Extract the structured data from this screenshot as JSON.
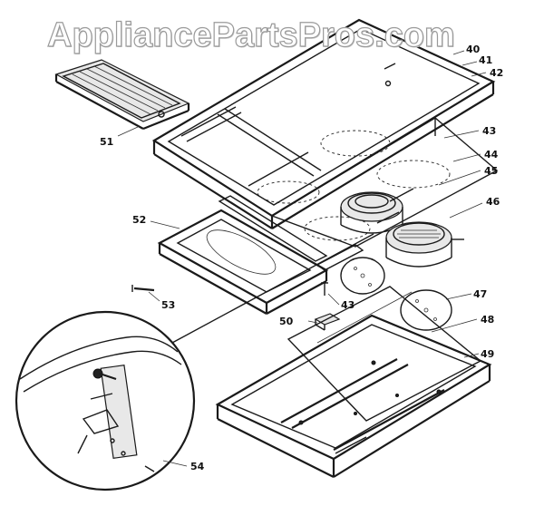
{
  "watermark": "AppliancePartsPros.com",
  "callouts": {
    "c40": "40",
    "c41": "41",
    "c42": "42",
    "c43a": "43",
    "c44": "44",
    "c45": "45",
    "c46": "46",
    "c47": "47",
    "c48": "48",
    "c49": "49",
    "c43b": "43",
    "c50": "50",
    "c51": "51",
    "c52": "52",
    "c53": "53",
    "c54": "54"
  }
}
